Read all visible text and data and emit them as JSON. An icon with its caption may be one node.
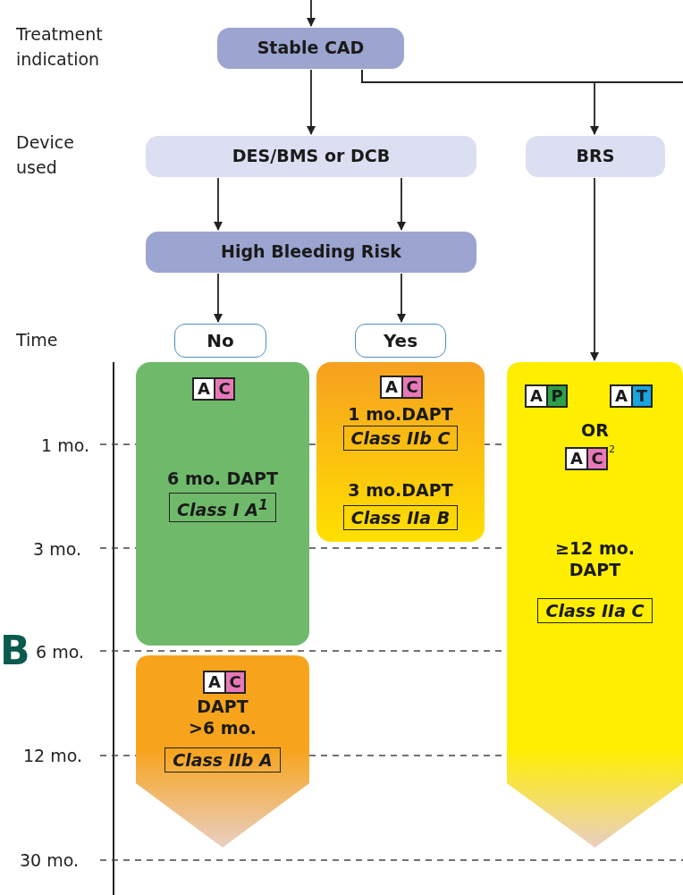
{
  "diagram": {
    "nodes": [
      {
        "text": [
          "Stable CAD"
        ]
      },
      {
        "text": [
          "DES/BMS or DCB"
        ]
      },
      {
        "text": [
          "BRS"
        ]
      },
      {
        "text": [
          "High Bleeding Risk"
        ]
      },
      {
        "text": [
          "No"
        ]
      },
      {
        "text": [
          "Yes"
        ]
      },
      {
        "text": [
          "6 mo. DAPT",
          "Class I A$^{1}$"
        ]
      },
      {
        "text": [
          "A",
          "C"
        ],
        "in": 6
      },
      {
        "text": [
          "1 mo.DAPT",
          "Class IIb C",
          "3 mo.DAPT",
          "Class IIa B"
        ]
      },
      {
        "text": [
          "A",
          "C"
        ],
        "in": 8
      },
      {
        "text": [
          "DAPT >6 mo.",
          "Class IIb A"
        ]
      },
      {
        "text": [
          "A",
          "C"
        ],
        "in": 10
      },
      {
        "text": [
          "OR",
          "≥12 mo. DAPT",
          "Class IIa C"
        ]
      },
      {
        "text": [
          "A",
          "P"
        ],
        "in": 12
      },
      {
        "text": [
          "A",
          "T"
        ],
        "in": 12
      },
      {
        "text": [
          "A",
          "C"
        ],
        "in": 12,
        "beside": [
          "2"
        ]
      }
    ],
    "edges": [
      {
        "from": null,
        "to": 0,
        "arrow": "to"
      },
      {
        "from": 0,
        "to": 1,
        "arrow": "to"
      },
      {
        "from": 0,
        "to": 2,
        "arrow": "to"
      },
      {
        "from": 0,
        "to": null,
        "arrow": "none"
      },
      {
        "from": 1,
        "to": 3,
        "arrow": "to"
      },
      {
        "from": 1,
        "to": 3,
        "arrow": "to"
      },
      {
        "from": 3,
        "to": 4,
        "arrow": "to"
      },
      {
        "from": 3,
        "to": 5,
        "arrow": "to"
      },
      {
        "from": 2,
        "to": 12,
        "arrow": "to"
      }
    ],
    "labels": [
      "Treatment indication",
      "Device used",
      "Time",
      "1 mo.",
      "3 mo.",
      "B",
      "6 mo.",
      "12 mo.",
      "30 mo."
    ]
  }
}
